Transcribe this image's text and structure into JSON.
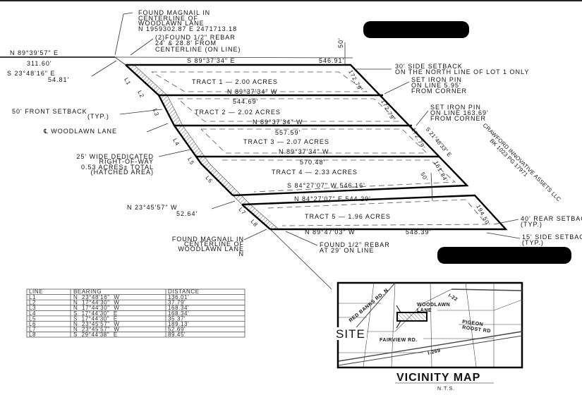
{
  "top_notes": {
    "magnail_top": [
      "FOUND MAGNAIL IN",
      "CENTERLINE OF",
      "WOODLAWN LANE",
      "N 1959302.87 E 2471713.18"
    ],
    "rebar_top": [
      "(2)FOUND 1/2\" REBAR",
      "24' & 28.8' FROM",
      "CENTERLINE (ON LINE)"
    ],
    "north_line_bearing": "N 89°39'57\" E",
    "north_line_distance": "311.60'",
    "west_bearing": "S 23°48'16\" E",
    "west_distance": "54.81'",
    "setback_50_top": "50'"
  },
  "tracts": [
    {
      "label": "TRACT 1 — 2.00 ACRES",
      "top": "S 89°37'34\" E",
      "top_dist": "546.91'",
      "bottom": "N 89°37'34\" W",
      "side": "172.79'"
    },
    {
      "label": "TRACT 2 — 2.02 ACRES",
      "top_dist": "544.69'",
      "bottom": "N 89°37'34\" W",
      "side": "172.79'"
    },
    {
      "label": "TRACT 3 — 2.07 ACRES",
      "top_dist": "557.59'",
      "bottom": "N 89°37'34\" W",
      "side": "172.79'"
    },
    {
      "label": "TRACT 4 — 2.33 ACRES",
      "top_dist": "570.48'",
      "bottom": "S 84°27'07\" W 546.16'",
      "side": "161.84'"
    },
    {
      "label": "TRACT 5 — 1.96 ACRES",
      "top": "N 84°27'07\" E 544.29'",
      "bottom": "N 89°47'03\" W",
      "bottom_dist": "548.39'",
      "side": "194.50'"
    }
  ],
  "setback_50_mid": "50'",
  "line_labels": [
    "L1",
    "L2",
    "L3",
    "L4",
    "L5",
    "L6",
    "L7",
    "L8"
  ],
  "right_notes": {
    "side_setback_30": [
      "30' SIDE SETBACK",
      "ON THE NORTH LINE OF LOT 1 ONLY"
    ],
    "iron_pin_1": [
      "SET IRON PIN",
      "ON LINE 5.95'",
      "FROM CORNER"
    ],
    "iron_pin_2": [
      "SET IRON PIN",
      "ON LINE 163.69'",
      "FROM CORNER"
    ],
    "east_bearing": "S 21°48'33\" E",
    "adjoiner": [
      "CRAWFORD INNOVATIVE ASSETS LLC",
      "BK 1023 PG 17971"
    ],
    "rear_setback": [
      "40' REAR SETBACK",
      "(TYP.)"
    ],
    "side_setback_15": [
      "15' SIDE SETBACK",
      "(TYP.)"
    ]
  },
  "left_notes": {
    "front_setback": [
      "50' FRONT SETBACK",
      "(TYP.)"
    ],
    "centerline": "℄ WOODLAWN LANE",
    "row": [
      "25' WIDE DEDICATED",
      "RIGHT-OF-WAY",
      "0.53 ACRES± TOTAL",
      "(HATCHED AREA)"
    ],
    "l7_bearing": "N 23°45'57\" W",
    "l7_distance": "52.64'",
    "magnail_bottom": [
      "FOUND MAGNAIL IN",
      "CENTERLINE OF",
      "WOODLAWN LANE",
      "N"
    ],
    "rebar_bottom": [
      "FOUND 1/2\" REBAR",
      "AT 29' ON LINE"
    ]
  },
  "line_table": {
    "headers": [
      "LINE",
      "BEARING",
      "DISTANCE"
    ],
    "rows": [
      [
        "L1",
        "N  23°48'16\"  W",
        "136.01'"
      ],
      [
        "L2",
        "N  17°44'30\"  W",
        "37.79'"
      ],
      [
        "L3",
        "N  17°44'30\"  W",
        "168.34'"
      ],
      [
        "L4",
        "S  17°44'30\"  E",
        "168.34'"
      ],
      [
        "L5",
        "S  17°44'30\"  E",
        "35.37'"
      ],
      [
        "L6",
        "N  23°45'57\"  W",
        "189.13'"
      ],
      [
        "L7",
        "N  23°45'57\"  W",
        "52.69'"
      ],
      [
        "L8",
        "S  29°44'38\"  E",
        "89.45'"
      ]
    ]
  },
  "vicinity_map": {
    "title": "VICINITY MAP",
    "scale": "N.T.S.",
    "site": "SITE",
    "roads": [
      "RED BANKS RD. N",
      "I-22",
      "WOODLAWN",
      "LANE",
      "PIGEON",
      "ROOST RD",
      "FAIRVIEW RD.",
      "I-269"
    ]
  },
  "colors": {
    "ink": "#000000",
    "redaction": "#000000",
    "background": "#ffffff"
  }
}
